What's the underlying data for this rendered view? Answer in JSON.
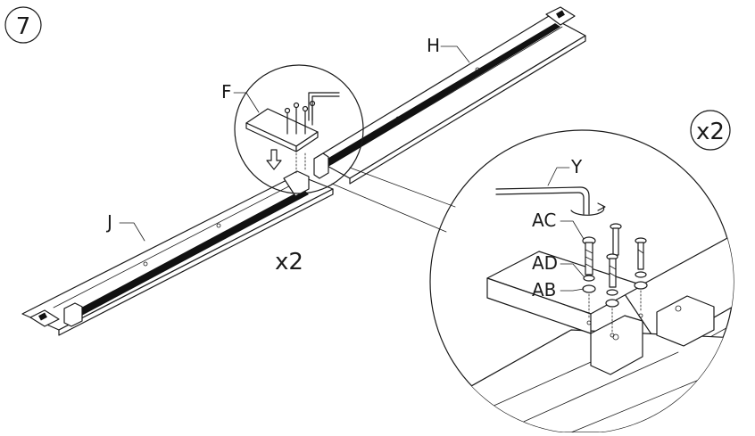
{
  "step": {
    "number": "7"
  },
  "labels": {
    "rail_h": "H",
    "rail_j": "J",
    "bracket_f": "F",
    "hex_key": "Y",
    "bolt": "AC",
    "spring_washer": "AD",
    "flat_washer": "AB"
  },
  "quantities": {
    "assembly": "x2",
    "detail": "x2"
  },
  "icons": [
    "down-arrow-icon",
    "rotate-arrow-icon",
    "hex-key-icon"
  ]
}
